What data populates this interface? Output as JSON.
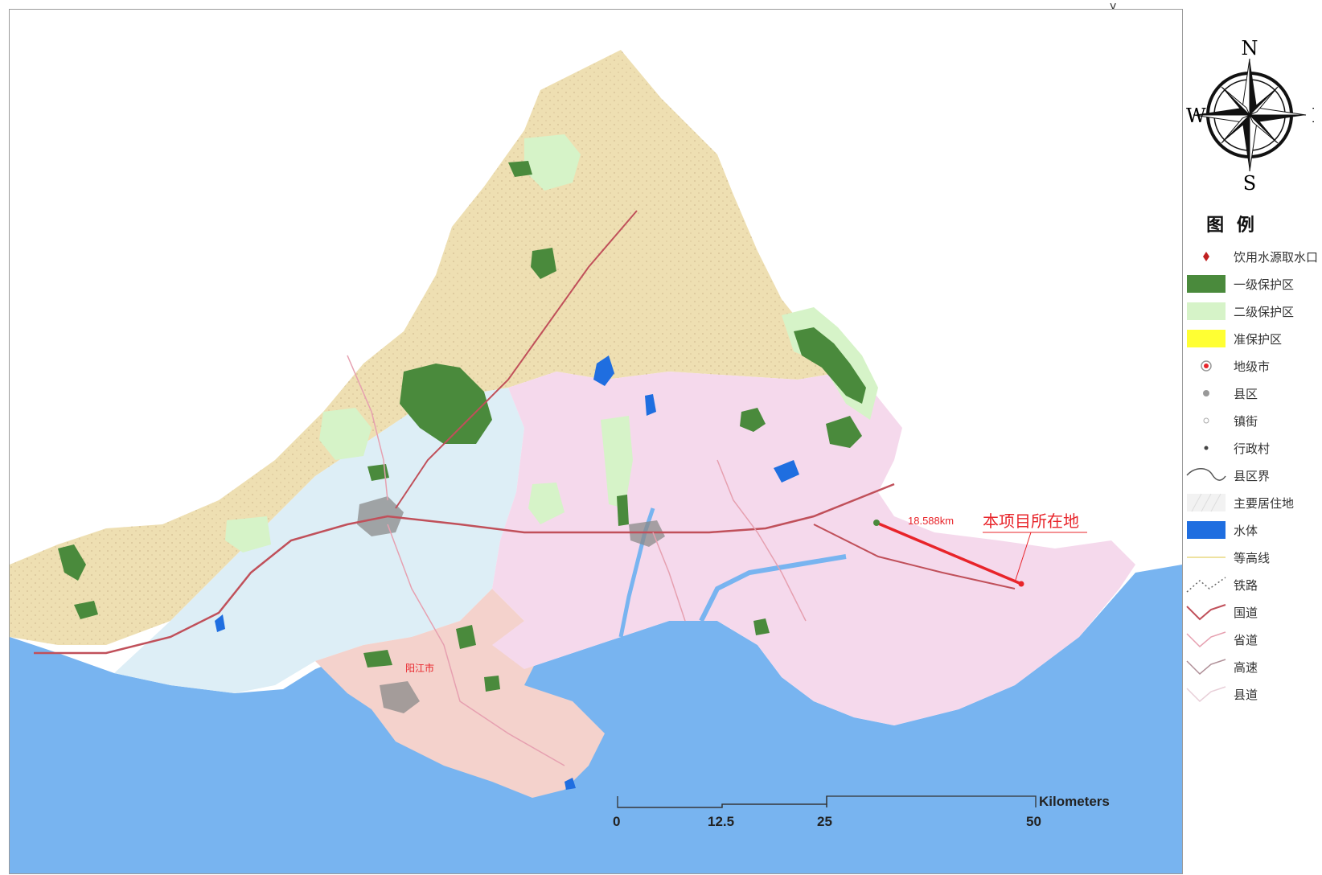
{
  "colors": {
    "sea": "#78b4f0",
    "water": "#1f6ee0",
    "primary_zone": "#4a8a3c",
    "secondary_zone": "#d6f3c8",
    "quasi_zone": "#ffff33",
    "county_mountain": "#eedfb2",
    "county_central": "#ddeef6",
    "county_east": "#f5d9ec",
    "county_southwest": "#f4d2cc",
    "national_road": "#c0505a",
    "annotation_red": "#e8242a"
  },
  "top_fragment": "y_",
  "compass": {
    "n": "N",
    "s": "S",
    "w": "W",
    "e": "E"
  },
  "legend": {
    "title": "图 例",
    "items": [
      {
        "label": "饮用水源取水口",
        "symbol": "red-diamond-icon"
      },
      {
        "label": "一级保护区",
        "symbol": "dark-green-box"
      },
      {
        "label": "二级保护区",
        "symbol": "light-green-box"
      },
      {
        "label": "准保护区",
        "symbol": "yellow-box"
      },
      {
        "label": "地级市",
        "symbol": "red-star-circle-icon"
      },
      {
        "label": "县区",
        "symbol": "grey-dot-icon"
      },
      {
        "label": "镇街",
        "symbol": "small-white-dot-icon"
      },
      {
        "label": "行政村",
        "symbol": "small-black-dot-icon"
      },
      {
        "label": "县区界",
        "symbol": "curved-line"
      },
      {
        "label": "主要居住地",
        "symbol": "hatched-box"
      },
      {
        "label": "水体",
        "symbol": "blue-box"
      },
      {
        "label": "等高线",
        "symbol": "yellow-line"
      },
      {
        "label": "铁路",
        "symbol": "dotted-line"
      },
      {
        "label": "国道",
        "symbol": "red-zigzag"
      },
      {
        "label": "省道",
        "symbol": "pink-zigzag"
      },
      {
        "label": "高速",
        "symbol": "mauve-zigzag"
      },
      {
        "label": "县道",
        "symbol": "light-zigzag"
      }
    ]
  },
  "scale_bar": {
    "unit": "Kilometers",
    "ticks": [
      "0",
      "12.5",
      "25",
      "50"
    ]
  },
  "annotations": {
    "distance": "18.588km",
    "project_site": "本项目所在地",
    "city_name": "阳江市"
  }
}
